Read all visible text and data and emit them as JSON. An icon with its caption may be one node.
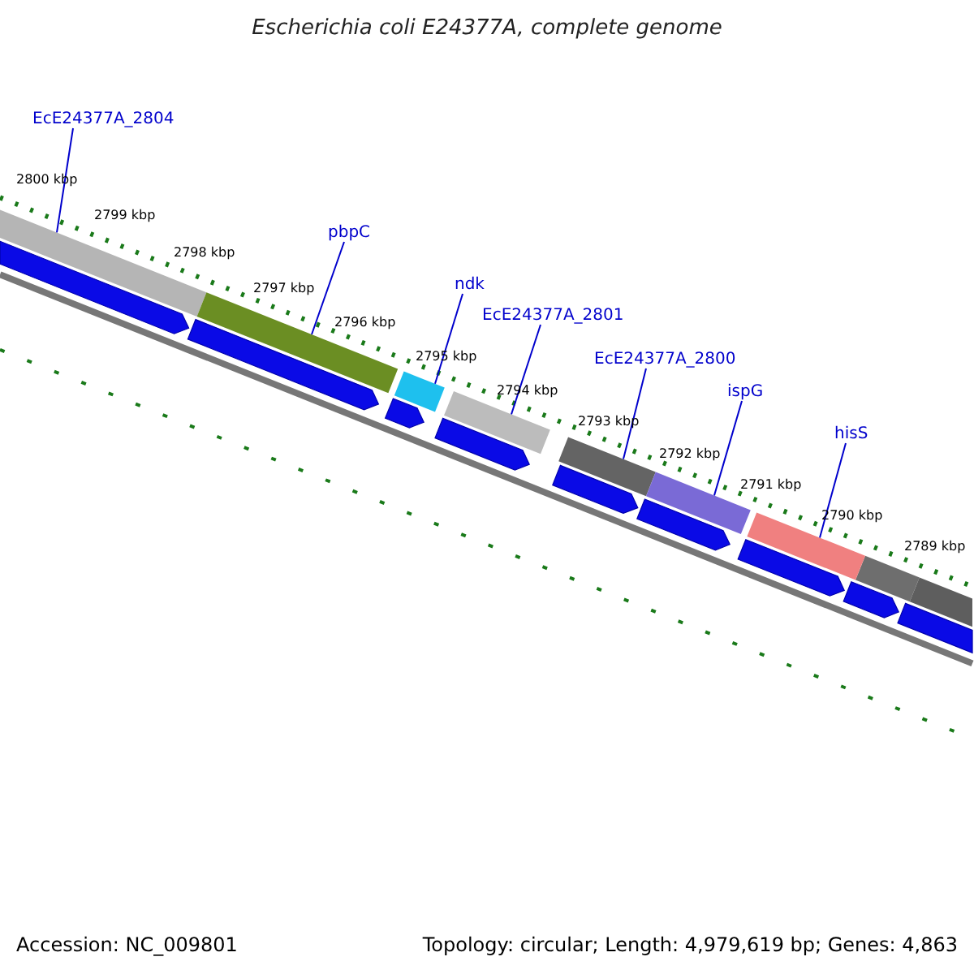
{
  "diagram": {
    "title": "Escherichia coli E24377A, complete genome",
    "nodes": [
      {
        "text": [
          "EcE24377A_2804"
        ]
      },
      {
        "text": [
          "pbpC"
        ]
      },
      {
        "text": [
          "ndk"
        ]
      },
      {
        "text": [
          "EcE24377A_2801"
        ]
      },
      {
        "text": [
          "EcE24377A_2800"
        ]
      },
      {
        "text": [
          "ispG"
        ]
      },
      {
        "text": [
          "hisS"
        ]
      },
      {
        "text": [],
        "shape": "bar"
      },
      {
        "text": [],
        "shape": "bar"
      },
      {
        "text": [],
        "shape": "bar"
      },
      {
        "text": [],
        "shape": "bar"
      },
      {
        "text": [],
        "shape": "bar"
      },
      {
        "text": [],
        "shape": "bar"
      },
      {
        "text": [],
        "shape": "bar"
      }
    ],
    "edges": [
      {
        "from": 0,
        "to": 7,
        "arrow": "none"
      },
      {
        "from": 1,
        "to": 8,
        "arrow": "none"
      },
      {
        "from": 2,
        "to": 9,
        "arrow": "none"
      },
      {
        "from": 3,
        "to": 10,
        "arrow": "none"
      },
      {
        "from": 4,
        "to": 11,
        "arrow": "none"
      },
      {
        "from": 5,
        "to": 12,
        "arrow": "none"
      },
      {
        "from": 6,
        "to": 13,
        "arrow": "none"
      }
    ],
    "labels": [
      "2800 kbp",
      "2799 kbp",
      "2798 kbp",
      "2797 kbp",
      "2796 kbp",
      "2795 kbp",
      "2794 kbp",
      "2793 kbp",
      "2792 kbp",
      "2791 kbp",
      "2790 kbp",
      "2789 kbp",
      "Accession: NC_009801",
      "Topology: circular; Length: 4,979,619 bp; Genes: 4,863"
    ]
  }
}
